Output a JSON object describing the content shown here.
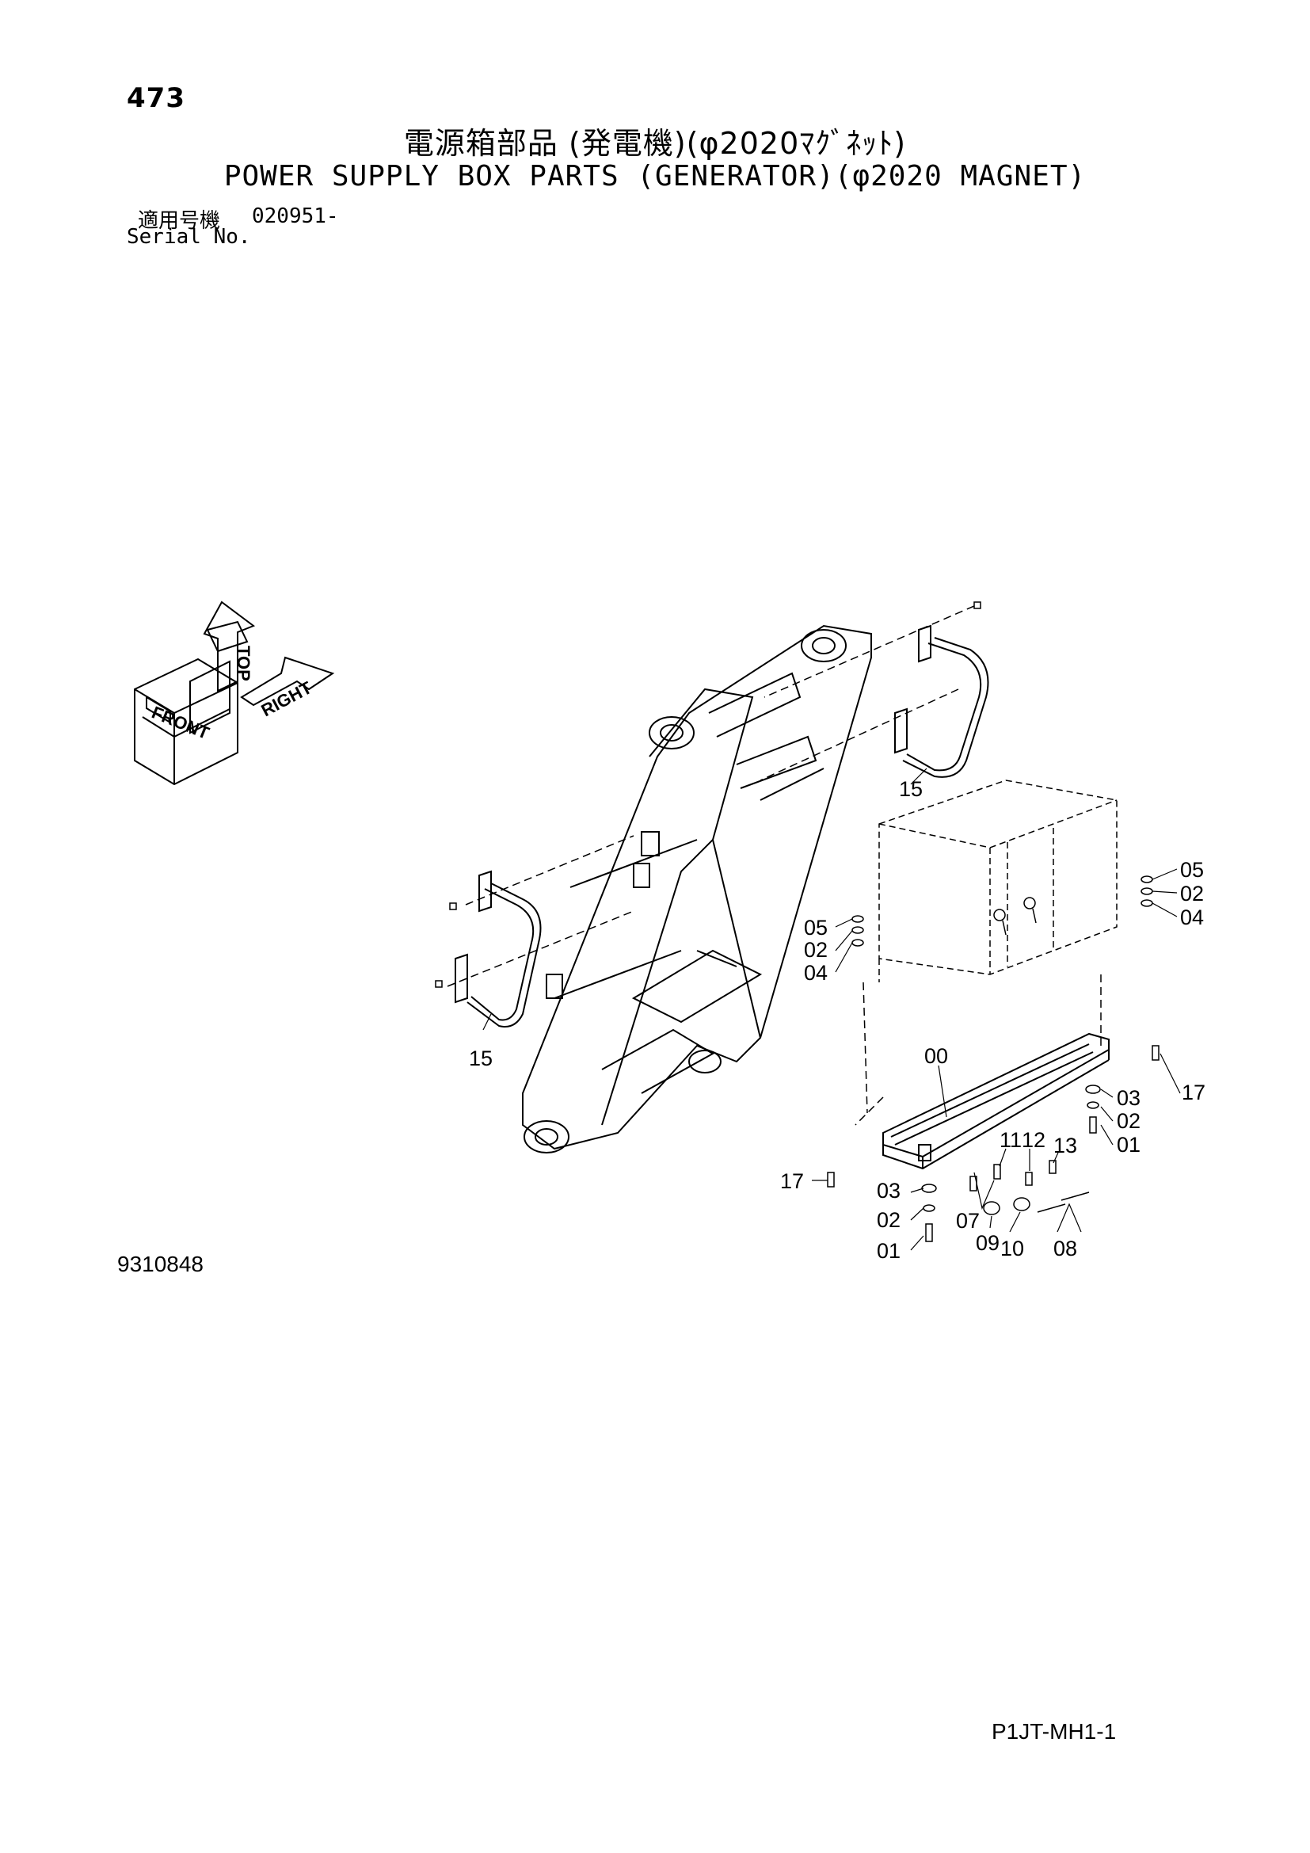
{
  "header": {
    "page_number": "473",
    "title_jp": "電源箱部品 (発電機)(φ2020ﾏｸﾞﾈｯﾄ)",
    "title_en": "POWER SUPPLY BOX PARTS (GENERATOR)(φ2020 MAGNET)",
    "serial_label_jp": "適用号機",
    "serial_value": "020951-",
    "serial_label_en": "Serial No."
  },
  "orientation": {
    "top": "TOP",
    "front": "FRONT",
    "right": "RIGHT"
  },
  "callouts": {
    "c15_top": "15",
    "c15_left": "15",
    "c05_right": "05",
    "c02_right": "02",
    "c04_right": "04",
    "c05_left": "05",
    "c02_left": "02",
    "c04_left": "04",
    "c00": "00",
    "c03_right": "03",
    "c02_lower_right": "02",
    "c01_right": "01",
    "c17_right": "17",
    "c11": "11",
    "c12": "12",
    "c13": "13",
    "c17_left": "17",
    "c03_left": "03",
    "c02_lower_left": "02",
    "c01_left": "01",
    "c07": "07",
    "c09": "09",
    "c10": "10",
    "c08": "08"
  },
  "footer": {
    "drawing_number": "9310848",
    "page_code": "P1JT-MH1-1"
  }
}
